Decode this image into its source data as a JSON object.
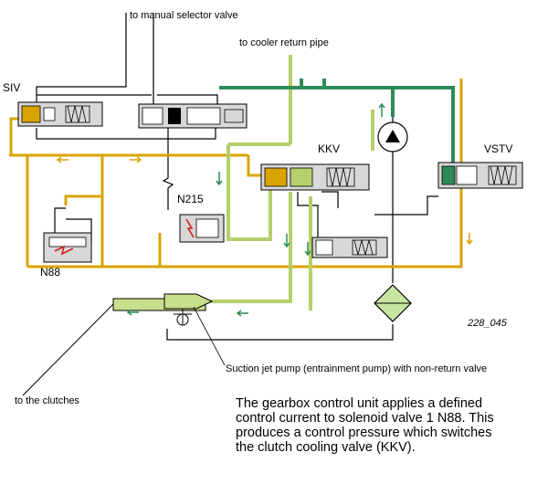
{
  "labels": {
    "manual_selector": "to manual selector valve",
    "cooler_return": "to cooler return pipe",
    "siv": "SIV",
    "kkv": "KKV",
    "vstv": "VSTV",
    "n215": "N215",
    "n88": "N88",
    "figure_number": "228_045",
    "suction_pump": "Suction jet pump (entrainment pump) with non-return valve",
    "clutches": "to the clutches"
  },
  "caption": {
    "line1": "The gearbox control unit applies a defined",
    "line2": "control current to solenoid valve 1 N88. This",
    "line3": "produces a control pressure which switches",
    "line4": "the clutch cooling valve (KKV)."
  },
  "colors": {
    "yellow_line": "#d9a400",
    "light_green": "#b5cf6b",
    "dark_green": "#2e8b57",
    "valve_body": "#d8d8d8",
    "outline": "#000000",
    "solenoid_red": "#d21f1f",
    "filter_fill": "#c8e6a2"
  }
}
